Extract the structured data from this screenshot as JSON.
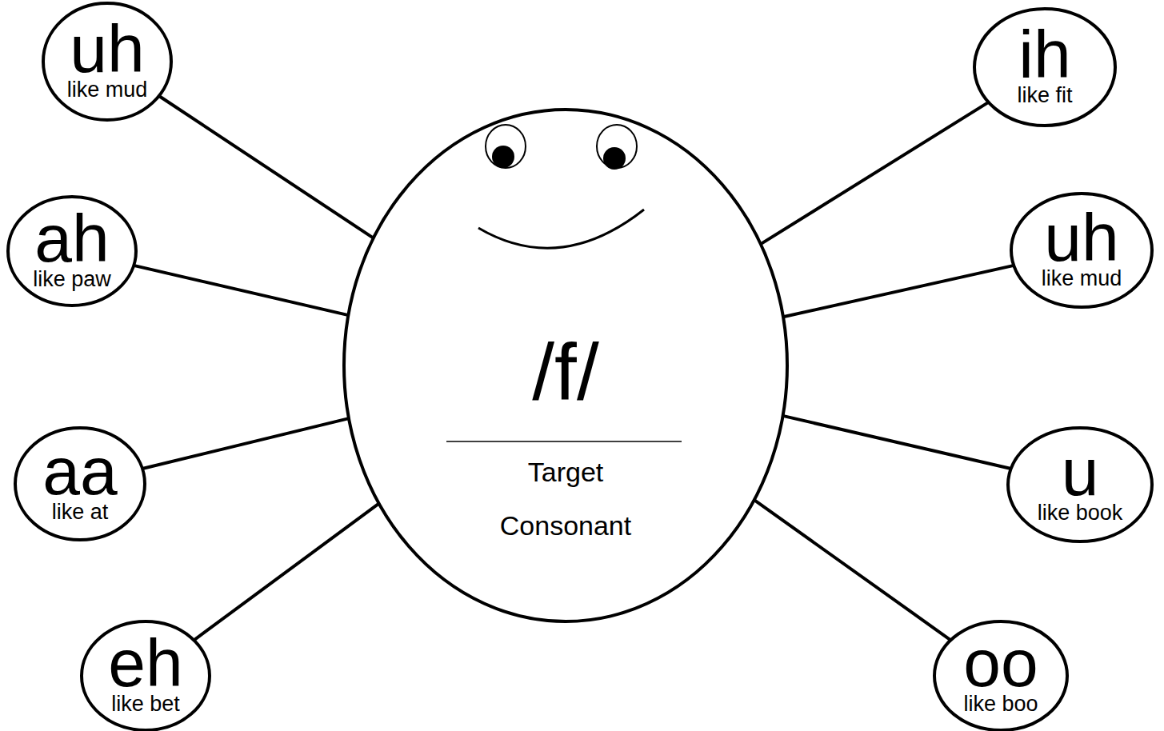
{
  "diagram": {
    "nodes": [
      {
        "text": [
          "/f/",
          "Target Consonant"
        ]
      },
      {
        "text": [
          "uh",
          "like mud"
        ]
      },
      {
        "text": [
          "ih",
          "like fit"
        ]
      },
      {
        "text": [
          "ah",
          "like paw"
        ]
      },
      {
        "text": [
          "uh",
          "like mud"
        ]
      },
      {
        "text": [
          "aa",
          "like at"
        ]
      },
      {
        "text": [
          "u",
          "like book"
        ]
      },
      {
        "text": [
          "eh",
          "like bet"
        ]
      },
      {
        "text": [
          "oo",
          "like boo"
        ]
      }
    ],
    "edges": [
      {
        "from": 0,
        "to": 1,
        "arrow": "none"
      },
      {
        "from": 0,
        "to": 2,
        "arrow": "none"
      },
      {
        "from": 0,
        "to": 3,
        "arrow": "none"
      },
      {
        "from": 0,
        "to": 4,
        "arrow": "none"
      },
      {
        "from": 0,
        "to": 5,
        "arrow": "none"
      },
      {
        "from": 0,
        "to": 6,
        "arrow": "none"
      },
      {
        "from": 0,
        "to": 7,
        "arrow": "none"
      },
      {
        "from": 0,
        "to": 8,
        "arrow": "none"
      }
    ]
  }
}
